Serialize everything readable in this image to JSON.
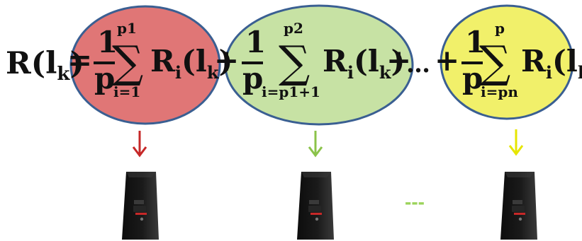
{
  "equation": {
    "lhs": "R(l",
    "lhs_sub": "k",
    "lhs_close": ")",
    "equals": "=",
    "plus": "+",
    "ellipsis": "…",
    "dash_between_nodes": "---",
    "term_fraction_numerator": "1",
    "term_fraction_denominator": "p",
    "term_sum_symbol": "∑",
    "term_body": "R",
    "term_body_sub": "i",
    "term_body_arg": "(l",
    "term_body_arg_sub": "k",
    "term_body_close": ")",
    "terms": [
      {
        "upper_limit": "p1",
        "lower_limit": "i=1",
        "color": "#e07676",
        "arrow_color": "#c62828"
      },
      {
        "upper_limit": "p2",
        "lower_limit": "i=p1+1",
        "color": "#c7e2a4",
        "arrow_color": "#8bc34a"
      },
      {
        "upper_limit": "p",
        "lower_limit": "i=pn",
        "color": "#f1f06a",
        "arrow_color": "#e6e600"
      }
    ]
  },
  "colors": {
    "outline": "#3a5f92",
    "computer_body": "#151515",
    "computer_panel": "#2b2b2b",
    "computer_stripe": "#c62828",
    "connector_dash": "#9bd35a"
  },
  "icons": [
    "computer-tower-icon",
    "computer-tower-icon",
    "computer-tower-icon"
  ]
}
